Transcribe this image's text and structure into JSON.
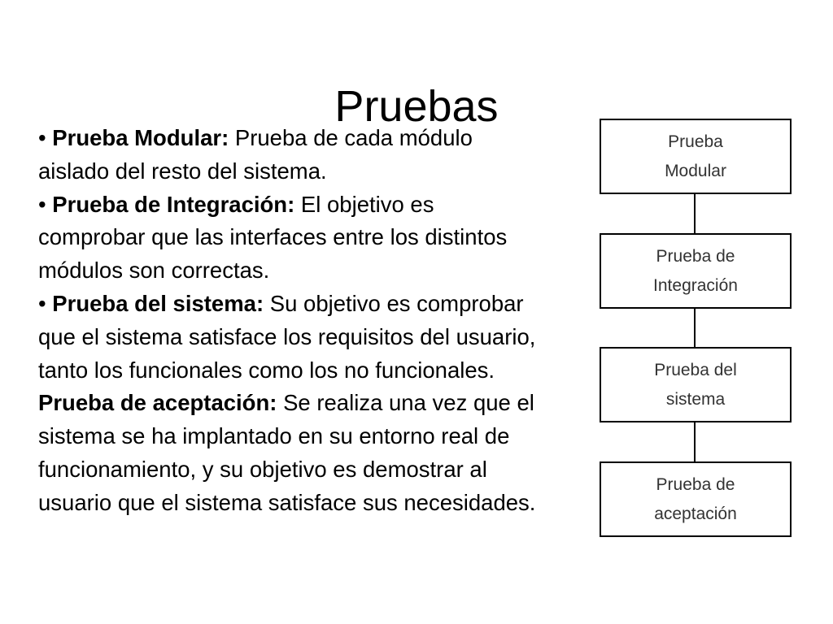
{
  "slide": {
    "title": "Pruebas"
  },
  "paragraphs": [
    {
      "bullet": "• ",
      "term": "Prueba Modular:",
      "text": " Prueba de cada módulo aislado del resto del sistema."
    },
    {
      "bullet": "• ",
      "term": "Prueba de Integración:",
      "text": " El objetivo es comprobar que las interfaces entre los distintos módulos son correctas."
    },
    {
      "bullet": "• ",
      "term": "Prueba del sistema:",
      "text": " Su objetivo es comprobar que el sistema satisface los requisitos del usuario, tanto los funcionales como los no funcionales."
    },
    {
      "bullet": " ",
      "term": "Prueba de aceptación:",
      "text": " Se realiza una vez que el sistema se ha implantado en su entorno real de funcionamiento, y su objetivo es demostrar al usuario que el sistema satisface sus necesidades."
    }
  ],
  "diagram": {
    "boxes": [
      {
        "line1": "Prueba",
        "line2": "Modular"
      },
      {
        "line1": "Prueba de",
        "line2": "Integración"
      },
      {
        "line1": "Prueba del",
        "line2": "sistema"
      },
      {
        "line1": "Prueba de",
        "line2": "aceptación"
      }
    ]
  }
}
